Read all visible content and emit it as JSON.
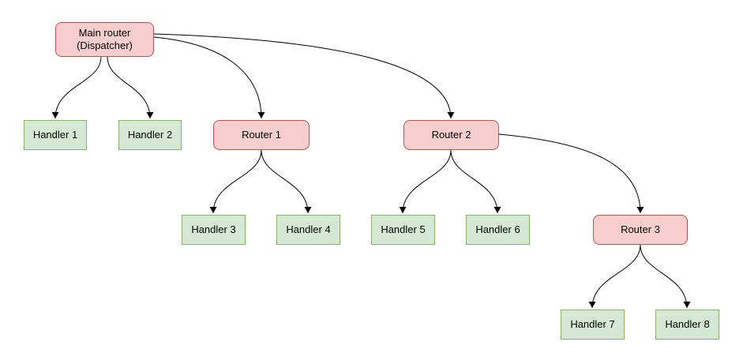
{
  "diagram": {
    "nodes": {
      "main": {
        "line1": "Main router",
        "line2": "(Dispatcher)",
        "type": "router"
      },
      "router1": {
        "label": "Router 1",
        "type": "router"
      },
      "router2": {
        "label": "Router 2",
        "type": "router"
      },
      "router3": {
        "label": "Router 3",
        "type": "router"
      },
      "handler1": {
        "label": "Handler 1",
        "type": "handler"
      },
      "handler2": {
        "label": "Handler 2",
        "type": "handler"
      },
      "handler3": {
        "label": "Handler 3",
        "type": "handler"
      },
      "handler4": {
        "label": "Handler 4",
        "type": "handler"
      },
      "handler5": {
        "label": "Handler 5",
        "type": "handler"
      },
      "handler6": {
        "label": "Handler 6",
        "type": "handler"
      },
      "handler7": {
        "label": "Handler 7",
        "type": "handler"
      },
      "handler8": {
        "label": "Handler 8",
        "type": "handler"
      }
    },
    "edges": [
      {
        "from": "main",
        "to": "handler1"
      },
      {
        "from": "main",
        "to": "handler2"
      },
      {
        "from": "main",
        "to": "router1"
      },
      {
        "from": "main",
        "to": "router2"
      },
      {
        "from": "router1",
        "to": "handler3"
      },
      {
        "from": "router1",
        "to": "handler4"
      },
      {
        "from": "router2",
        "to": "handler5"
      },
      {
        "from": "router2",
        "to": "handler6"
      },
      {
        "from": "router2",
        "to": "router3"
      },
      {
        "from": "router3",
        "to": "handler7"
      },
      {
        "from": "router3",
        "to": "handler8"
      }
    ],
    "colors": {
      "router_fill": "#f8cecc",
      "router_border": "#b85450",
      "handler_fill": "#d5e8d4",
      "handler_border": "#82b366",
      "edge": "#000000"
    }
  }
}
